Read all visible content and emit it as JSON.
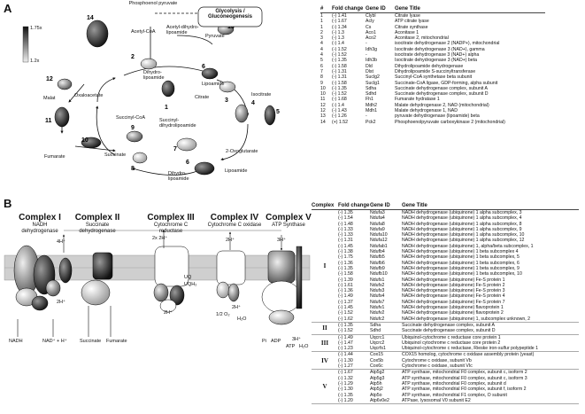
{
  "panel_a": {
    "letter": "A",
    "scale": {
      "high": "1.75x",
      "low": "1.2x"
    },
    "nodes": {
      "phosphoenol": "Phosphoenol pyruvate",
      "glycolysis": "Glycolysis / Gluconeogenesis",
      "pyruvate": "Pyruvate",
      "acetylcoa": "Acetyl-CoA",
      "acetyl_dihydro": "Acetyl-dihydro- lipoamide",
      "dihydro_lipo": "Dihydro- lipoamide",
      "lipoamide": "Lipoamide",
      "oxaloacetate": "Oxaloacetate",
      "citrate": "Citrate",
      "isocitrate": "Isocitrate",
      "malat": "Malat",
      "fumarate": "Fumarate",
      "succinate": "Succinate",
      "succinyl_coa": "Succinyl-CoA",
      "succinyl_dihydro": "Succinyl- dihydrolipoamide",
      "oxoglutarate": "2-Oxoglutarate",
      "dihydro2": "Dihydro- lipoamide",
      "lipoamide2": "Lipoamide"
    },
    "table": {
      "headers": {
        "n": "#",
        "fc": "Fold change",
        "gene": "Gene ID",
        "title": "Gene Title"
      },
      "rows": [
        {
          "n": "1",
          "fc": "(-) 1.41",
          "gene": "Clybl",
          "title": "Citrate lyase"
        },
        {
          "n": "1",
          "fc": "(-) 1.67",
          "gene": "Acly",
          "title": "ATP citrate lyase"
        },
        {
          "n": "1",
          "fc": "(-) 1.34",
          "gene": "Cs",
          "title": "Citrate synthase"
        },
        {
          "n": "2",
          "fc": "(-) 1.3",
          "gene": "Aco1",
          "title": "Aconitase 1"
        },
        {
          "n": "3",
          "fc": "(-) 1.3",
          "gene": "Aco2",
          "title": "Aconitase 2, mitochondrial"
        },
        {
          "n": "4",
          "fc": "(-) 1.4",
          "gene": "-",
          "title": "isocitrate dehydrogenase 2 (NADP+), mitochondrial"
        },
        {
          "n": "4",
          "fc": "(-) 1.52",
          "gene": "Idh3g",
          "title": "Isocitrate dehydrogenase 3 (NAD+), gamma"
        },
        {
          "n": "4",
          "fc": "(-) 1.52",
          "gene": "-",
          "title": "isocitrate dehydrogenase 3 (NAD+) alpha"
        },
        {
          "n": "5",
          "fc": "(-) 1.35",
          "gene": "Idh3b",
          "title": "Isocitrate dehydrogenase 3 (NAD+) beta"
        },
        {
          "n": "6",
          "fc": "(-) 1.58",
          "gene": "Dld",
          "title": "Dihydrolipoamide dehydrogenase"
        },
        {
          "n": "7",
          "fc": "(-) 1.31",
          "gene": "Dlst",
          "title": "Dihydrolipoamide S-succinyltransferase"
        },
        {
          "n": "8",
          "fc": "(-) 1.31",
          "gene": "Suclg2",
          "title": "Succinyl-CoA synthetase beta subunit"
        },
        {
          "n": "9",
          "fc": "(-) 1.58",
          "gene": "Suclg1",
          "title": "Succinate-CoA ligase, GDP-forming, alpha subunit"
        },
        {
          "n": "10",
          "fc": "(-) 1.35",
          "gene": "Sdha",
          "title": "Succinate dehydrogenase complex, subunit A"
        },
        {
          "n": "10",
          "fc": "(-) 1.52",
          "gene": "Sdhd",
          "title": "Succinate dehydrogenase complex, subunit D"
        },
        {
          "n": "11",
          "fc": "(-) 1.68",
          "gene": "Fh1",
          "title": "Fumarate hydratase 1"
        },
        {
          "n": "12",
          "fc": "(-) 1.4",
          "gene": "Mdh2",
          "title": "Malate dehydrogenase 2, NAD (mitochondrial)"
        },
        {
          "n": "12",
          "fc": "(-) 1.43",
          "gene": "Mdh1",
          "title": "Malate dehydrogenase 1, NAD"
        },
        {
          "n": "13",
          "fc": "(-) 1.26",
          "gene": "-",
          "title": "pyruvate dehydrogenase (lipoamide) beta"
        },
        {
          "n": "14",
          "fc": "(+) 1.52",
          "gene": "Pck2",
          "title": "Phosphoenolpyruvate carboxykinase 2 (mitochondrial)"
        }
      ]
    }
  },
  "panel_b": {
    "letter": "B",
    "complexes": [
      {
        "name": "Complex I",
        "sub": "NADH dehydrogenase"
      },
      {
        "name": "Complex II",
        "sub": "Succinate dehydrogenase"
      },
      {
        "name": "Complex III",
        "sub": "Cytochrome C reductase"
      },
      {
        "name": "Complex IV",
        "sub": "Cytochrome C oxidase"
      },
      {
        "name": "Complex V",
        "sub": "ATP Synthase"
      }
    ],
    "diagram_labels": {
      "h1": "4H⁺",
      "h2": "2x 2H⁺",
      "h3": "2H⁺",
      "h4": "3H⁺",
      "h5": "2H⁺",
      "h6": "2H⁺",
      "h7": "2H⁺",
      "h8": "3H⁺",
      "nadh": "NADH",
      "nad": "NAD⁺ + H⁺",
      "succ": "Succinate",
      "fum": "Fumarate",
      "o2": "1/2 O₂",
      "h2o": "H₂O",
      "pi": "Pi",
      "adp": "ADP",
      "atp": "ATP",
      "h2o2": "H₂O",
      "uq": "UQ",
      "uqh2": "UQH₂"
    },
    "table": {
      "headers": {
        "complex": "Complex",
        "fc": "Fold change",
        "gene": "Gene ID",
        "title": "Gene Title"
      },
      "groups": [
        {
          "label": "I",
          "rows": [
            {
              "fc": "(-) 1.35",
              "gene": "Ndufa3",
              "title": "NADH dehydrogenase (ubiquinone) 1 alpha subcomplex, 3"
            },
            {
              "fc": "(-) 1.54",
              "gene": "Ndufa4",
              "title": "NADH dehydrogenase (ubiquinone) 1 alpha subcomplex, 4"
            },
            {
              "fc": "(-) 1.48",
              "gene": "Ndufa8",
              "title": "NADH dehydrogenase (ubiquinone) 1 alpha subcomplex, 8"
            },
            {
              "fc": "(-) 1.33",
              "gene": "Ndufa9",
              "title": "NADH dehydrogenase (ubiquinone) 1 alpha subcomplex, 9"
            },
            {
              "fc": "(-) 1.33",
              "gene": "Ndufa10",
              "title": "NADH dehydrogenase (ubiquinone) 1 alpha subcomplex, 10"
            },
            {
              "fc": "(-) 1.31",
              "gene": "Ndufa12",
              "title": "NADH dehydrogenase (ubiquinone) 1 alpha subcomplex, 12"
            },
            {
              "fc": "(-) 1.45",
              "gene": "Ndufab1",
              "title": "NADH dehydrogenase (ubiquinone) 1, alpha/beta subcomplex, 1"
            },
            {
              "fc": "(-) 1.38",
              "gene": "Ndufb4",
              "title": "NADH dehydrogenase (ubiquinone) 1 beta subcomplex 4"
            },
            {
              "fc": "(-) 1.75",
              "gene": "Ndufb5",
              "title": "NADH dehydrogenase (ubiquinone) 1 beta subcomplex, 5"
            },
            {
              "fc": "(-) 1.36",
              "gene": "Ndufb6",
              "title": "NADH dehydrogenase (ubiquinone) 1 beta subcomplex, 6"
            },
            {
              "fc": "(-) 1.35",
              "gene": "Ndufb9",
              "title": "NADH dehydrogenase (ubiquinone) 1 beta subcomplex, 9"
            },
            {
              "fc": "(-) 1.58",
              "gene": "Ndufb10",
              "title": "NADH dehydrogenase (ubiquinone) 1 beta subcomplex, 10"
            },
            {
              "fc": "(-) 1.39",
              "gene": "Ndufs1",
              "title": "NADH dehydrogenase (ubiquinone) Fe-S protein 1"
            },
            {
              "fc": "(-) 1.61",
              "gene": "Ndufs2",
              "title": "NADH dehydrogenase (ubiquinone) Fe-S protein 2"
            },
            {
              "fc": "(-) 1.36",
              "gene": "Ndufs3",
              "title": "NADH dehydrogenase (ubiquinone) Fe-S protein 3"
            },
            {
              "fc": "(-) 1.49",
              "gene": "Ndufs4",
              "title": "NADH dehydrogenase (ubiquinone) Fe-S protein 4"
            },
            {
              "fc": "(-) 1.37",
              "gene": "Ndufs7",
              "title": "NADH dehydrogenase (ubiquinone) Fe-S protein 7"
            },
            {
              "fc": "(-) 1.45",
              "gene": "Ndufv1",
              "title": "NADH dehydrogenase (ubiquinone) flavoprotein 1"
            },
            {
              "fc": "(-) 1.52",
              "gene": "Ndufv2",
              "title": "NADH dehydrogenase (ubiquinone) flavoprotein 2"
            },
            {
              "fc": "(-) 1.62",
              "gene": "Ndufc2",
              "title": "NADH dehydrogenase (ubiquinone) 1, subcomplex unknown, 2"
            }
          ]
        },
        {
          "label": "II",
          "rows": [
            {
              "fc": "(-) 1.35",
              "gene": "Sdha",
              "title": "Succinate dehydrogenase complex, subunit A"
            },
            {
              "fc": "(-) 1.52",
              "gene": "Sdhd",
              "title": "Succinate dehydrogenase complex, subunit D"
            }
          ]
        },
        {
          "label": "III",
          "rows": [
            {
              "fc": "(-) 1.49",
              "gene": "Uqcrc1",
              "title": "Ubiquinol-cytochrome c reductase core protein 1"
            },
            {
              "fc": "(-) 1.47",
              "gene": "Uqcrc2",
              "title": "Ubiquinol cytochrome c reductase core protein 2"
            },
            {
              "fc": "(-) 1.23",
              "gene": "Uqcrfs1",
              "title": "Ubiquinol-cytochrome c reductase, Rieske iron-sulfur polypeptide 1"
            }
          ]
        },
        {
          "label": "IV",
          "rows": [
            {
              "fc": "(-) 1.44",
              "gene": "Cox15",
              "title": "COX15 homolog, cytochrome c oxidase assembly protein (yeast)"
            },
            {
              "fc": "(-) 1.30",
              "gene": "Cox5b",
              "title": "Cytochrome c oxidase, subunit Vb"
            },
            {
              "fc": "(-) 1.27",
              "gene": "Cox6c",
              "title": "Cytochrome c oxidase, subunit VIc"
            }
          ]
        },
        {
          "label": "V",
          "rows": [
            {
              "fc": "(-) 1.67",
              "gene": "Atp5g2",
              "title": "ATP synthase, mitochondrial F0 complex, subunit c, isoform 2"
            },
            {
              "fc": "(-) 1.32",
              "gene": "Atp5g3",
              "title": "ATP synthase, mitochondrial F0 complex, subunit c, isoform 3"
            },
            {
              "fc": "(-) 1.29",
              "gene": "Atp5h",
              "title": "ATP synthase, mitochondrial F0 complex, subunit d"
            },
            {
              "fc": "(-) 1.30",
              "gene": "Atp5j2",
              "title": "ATP synthase, mitochondrial F0 complex, subunit f, isoform 2"
            },
            {
              "fc": "(-) 1.35",
              "gene": "Atp5o",
              "title": "ATP synthase, mitochondrial F1 complex, O subunit"
            },
            {
              "fc": "(-) 1.20",
              "gene": "Atp6v0e2",
              "title": "ATPase, lysosomal V0 subunit E2"
            }
          ]
        }
      ]
    }
  }
}
